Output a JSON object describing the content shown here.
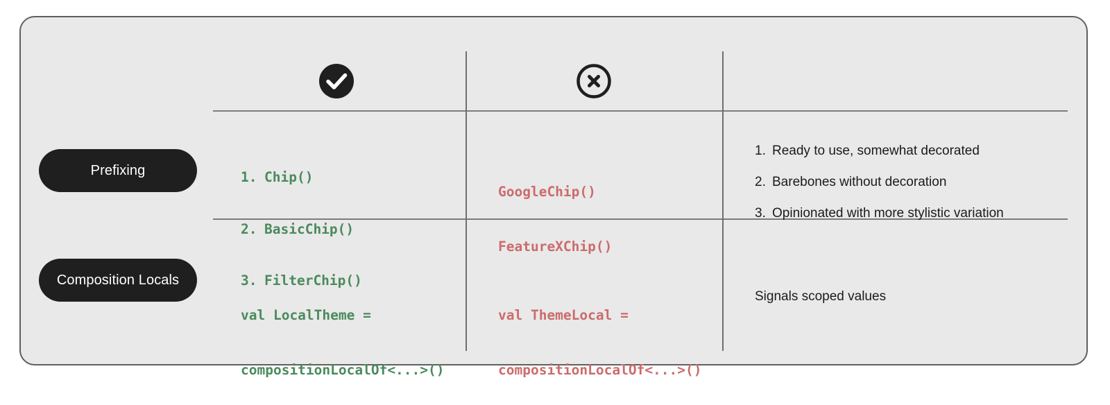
{
  "card": {
    "background": "#e9e9e9",
    "border_color": "#5f5f5f"
  },
  "colors": {
    "good_code": "#4a8a5c",
    "bad_code": "#cc6b6b",
    "pill_background": "#1f1f1f",
    "pill_text": "#ffffff",
    "rule": "#7c7c7c"
  },
  "header": {
    "good_icon": "check-circle-filled-icon",
    "bad_icon": "x-circle-outline-icon"
  },
  "rows": [
    {
      "label": "Prefixing",
      "good": {
        "items": [
          {
            "num": "1.",
            "text": "Chip()"
          },
          {
            "num": "2.",
            "text": "BasicChip()"
          },
          {
            "num": "3.",
            "text": "FilterChip()"
          }
        ]
      },
      "bad": {
        "lines": [
          "GoogleChip()",
          "FeatureXChip()"
        ]
      },
      "description": {
        "items": [
          {
            "num": "1.",
            "text": "Ready to use, somewhat decorated"
          },
          {
            "num": "2.",
            "text": "Barebones without decoration"
          },
          {
            "num": "3.",
            "text": "Opinionated with more stylistic variation"
          }
        ]
      }
    },
    {
      "label": "Composition Locals",
      "good": {
        "lines": [
          "val LocalTheme =",
          "compositionLocalOf<...>()"
        ]
      },
      "bad": {
        "lines": [
          "val ThemeLocal =",
          "compositionLocalOf<...>()"
        ]
      },
      "description": {
        "text": "Signals scoped values"
      }
    }
  ]
}
